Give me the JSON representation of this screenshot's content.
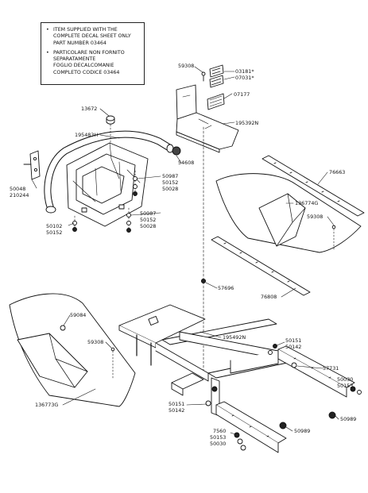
{
  "note": {
    "items": [
      {
        "bullet": "•",
        "text": "ITEM SUPPLIED WITH THE\nCOMPLETE DECAL SHEET ONLY\nPART NUMBER 03464"
      },
      {
        "bullet": "•",
        "text": "PARTICOLARE NON FORNITO\nSEPARATAMENTE\nFOGLIO DECALCOMANIE\nCOMPLETO CODICE 03464"
      }
    ]
  },
  "labels": {
    "p59308_top": "59308",
    "p03181": "03181*",
    "p07031": "07031*",
    "p07177": "07177",
    "p195392N": "195392N",
    "p13672": "13672",
    "p195483H": "195483H",
    "p54608": "54608",
    "p50048": "50048",
    "p210244": "210244",
    "p50987_a": "50987",
    "p50152_a": "50152",
    "p50028_a": "50028",
    "p50987_b": "50987",
    "p50152_b": "50152",
    "p50028_b": "50028",
    "p50102": "50102",
    "p50152_c": "50152",
    "p76663": "76663",
    "p136774G": "136774G",
    "p59308_right": "59308",
    "p57696": "57696",
    "p76808": "76808",
    "p59084": "59084",
    "p59308_left": "59308",
    "p195492N": "195492N",
    "p50151_a": "50151",
    "p50142_a": "50142",
    "p57731": "57731",
    "p50030_a": "50030",
    "p50153_a": "50153",
    "p136773G": "136773G",
    "p50151_b": "50151",
    "p50142_b": "50142",
    "p50989_a": "50989",
    "p7560": "7560",
    "p50153_b": "50153",
    "p50030_b": "50030",
    "p50989_b": "50989"
  }
}
